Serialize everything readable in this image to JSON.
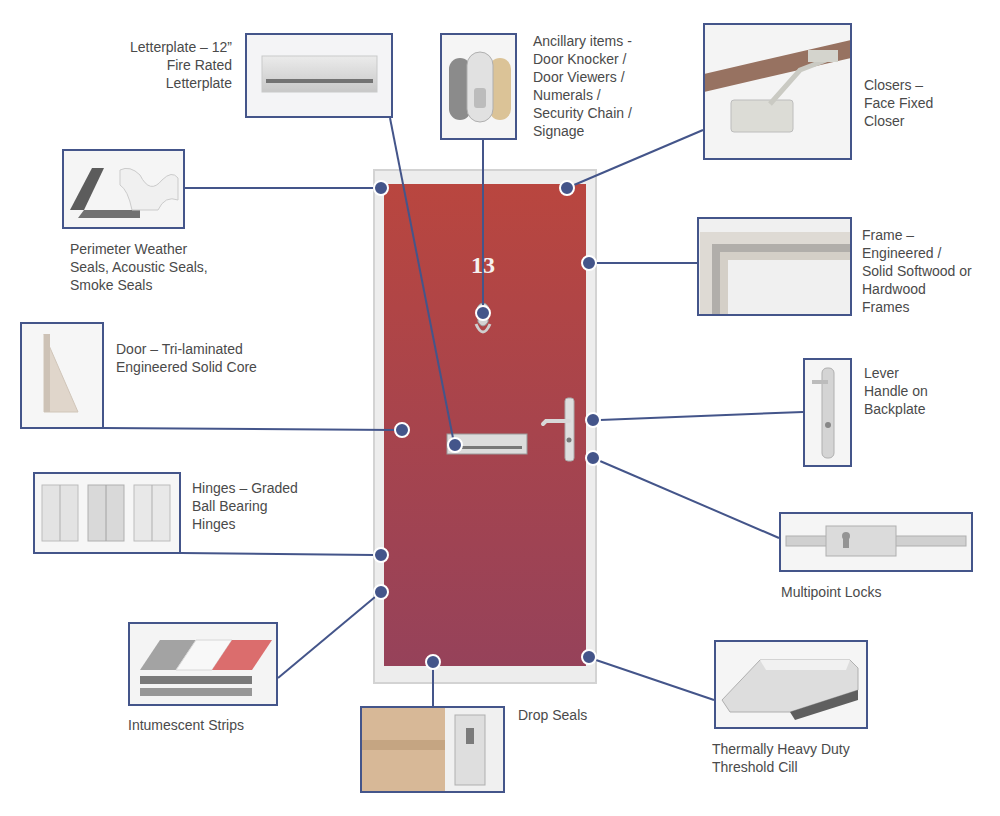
{
  "diagram": {
    "nodes": [
      {
        "text": [
          "Letterplate – 12” Fire Rated Letterplate"
        ]
      },
      {
        "text": [
          "Ancillary items - Door Knocker / Door Viewers / Numerals / Security Chain / Signage"
        ]
      },
      {
        "text": [
          "Closers – Face Fixed Closer"
        ]
      },
      {
        "text": [
          "Perimeter Weather Seals, Acoustic Seals, Smoke Seals"
        ]
      },
      {
        "text": [
          "Frame – Engineered / Solid Softwood or Hardwood Frames"
        ]
      },
      {
        "text": [
          "Door – Tri-laminated Engineered Solid Core"
        ]
      },
      {
        "text": [
          "Lever Handle on Backplate"
        ]
      },
      {
        "text": [
          "Hinges – Graded Ball Bearing Hinges"
        ]
      },
      {
        "text": [
          "Multipoint Locks"
        ]
      },
      {
        "text": [
          "Intumescent Strips"
        ]
      },
      {
        "text": [
          "Drop Seals"
        ]
      },
      {
        "text": [
          "Thermally Heavy Duty Threshold Cill"
        ]
      }
    ],
    "labels": [
      "13"
    ]
  }
}
